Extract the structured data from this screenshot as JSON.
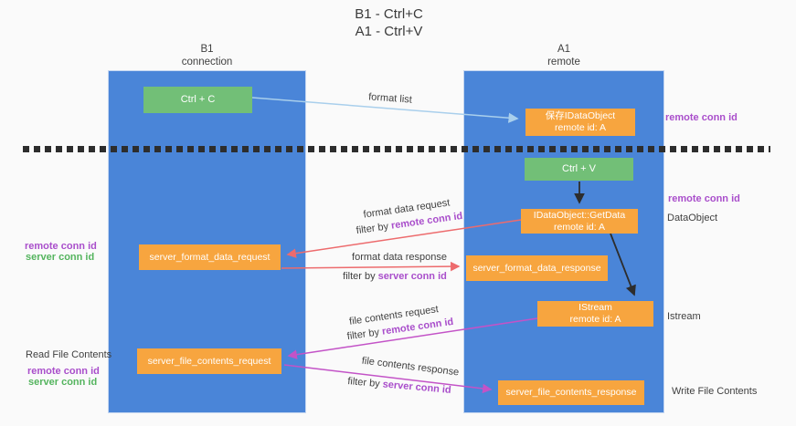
{
  "title": {
    "line1": "B1 - Ctrl+C",
    "line2": "A1 - Ctrl+V"
  },
  "lanes": {
    "left": {
      "name": "B1",
      "role": "connection"
    },
    "right": {
      "name": "A1",
      "role": "remote"
    }
  },
  "boxes": {
    "ctrl_c": "Ctrl + C",
    "ctrl_v": "Ctrl + V",
    "save_idataobject_line1": "保存IDataObject",
    "save_idataobject_line2": "remote id: A",
    "getdata_line1": "IDataObject::GetData",
    "getdata_line2": "remote id: A",
    "istream_line1": "IStream",
    "istream_line2": "remote id: A",
    "server_format_data_request": "server_format_data_request",
    "server_format_data_response": "server_format_data_response",
    "server_file_contents_request": "server_file_contents_request",
    "server_file_contents_response": "server_file_contents_response"
  },
  "flow_labels": {
    "format_list": "format list",
    "format_data_request": "format data request",
    "format_data_response": "format data response",
    "file_contents_request": "file contents request",
    "file_contents_response": "file contents response",
    "filter_by": "filter by ",
    "remote_conn_id": "remote conn id",
    "server_conn_id": "server conn id"
  },
  "side_labels": {
    "dataobject": "DataObject",
    "istream": "Istream",
    "write_file_contents": "Write File Contents",
    "read_file_contents": "Read File Contents"
  },
  "colors": {
    "lane_blue": "#4a85d8",
    "box_green": "#72bf77",
    "box_orange": "#f7a53f",
    "arrow_light_blue": "#a9cfec",
    "arrow_red": "#ed6b6d",
    "arrow_magenta": "#c353c7",
    "arrow_black": "#2d2d2d",
    "text_purple": "#a94ecb",
    "text_green": "#54b45e"
  }
}
